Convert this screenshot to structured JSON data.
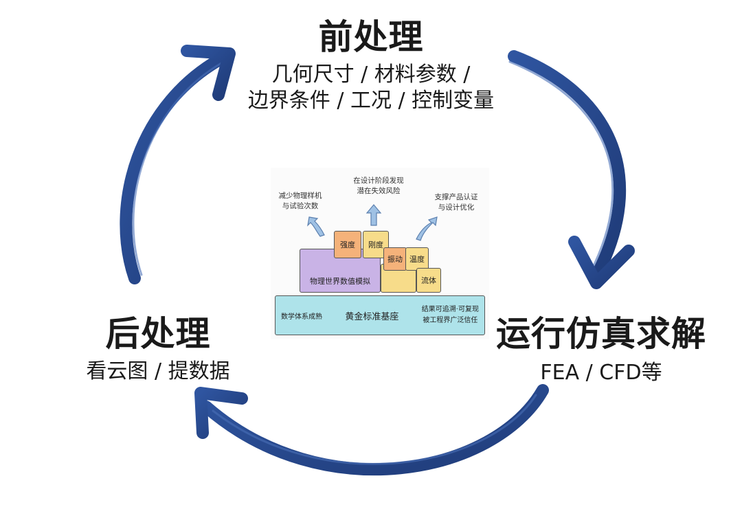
{
  "stages": {
    "pre": {
      "title": "前处理",
      "line1": "几何尺寸 / 材料参数 /",
      "line2": "边界条件 / 工况 / 控制变量"
    },
    "run": {
      "title": "运行仿真求解",
      "sub": "FEA / CFD等"
    },
    "post": {
      "title": "后处理",
      "sub": "看云图 / 提数据"
    }
  },
  "center": {
    "notes": {
      "left_1": "减少物理样机",
      "left_2": "与试验次数",
      "mid_1": "在设计阶段发现",
      "mid_2": "潜在失效风险",
      "right_1": "支撑产品认证",
      "right_2": "与设计优化"
    },
    "blocks": {
      "strength": "强度",
      "stiffness": "刚度",
      "vibration": "振动",
      "temperature": "温度",
      "fluid": "流体",
      "physical": "物理世界数值模拟"
    },
    "base": {
      "left": "数学体系成熟",
      "middle": "黄金标准基座",
      "right_1": "结果可追溯·可复现",
      "right_2": "被工程界广泛信任"
    }
  },
  "colors": {
    "arrow": "#2a4a8c",
    "purple": "#c9b3e6",
    "orange": "#f5b27a",
    "yellow": "#f7dc8a",
    "cyan": "#aee3ea",
    "up_arrow": "#9fc1e4"
  }
}
